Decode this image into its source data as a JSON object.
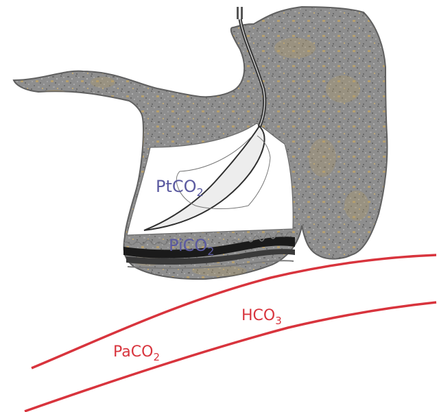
{
  "labels": {
    "pt": {
      "main": "PtCO",
      "sub": "2"
    },
    "pi": {
      "main": "PiCO",
      "sub": "2"
    },
    "hco": {
      "main": "HCO",
      "sub": "3"
    },
    "pa": {
      "main": "PaCO",
      "sub": "2"
    }
  },
  "colors": {
    "stomach_fill": "#8d8d8d",
    "stomach_edge": "#5f5f5f",
    "tan_speckle": "#b49c64",
    "label_blue": "#5b5aa0",
    "label_red": "#d8343d",
    "vessel_red": "#d8343d"
  }
}
